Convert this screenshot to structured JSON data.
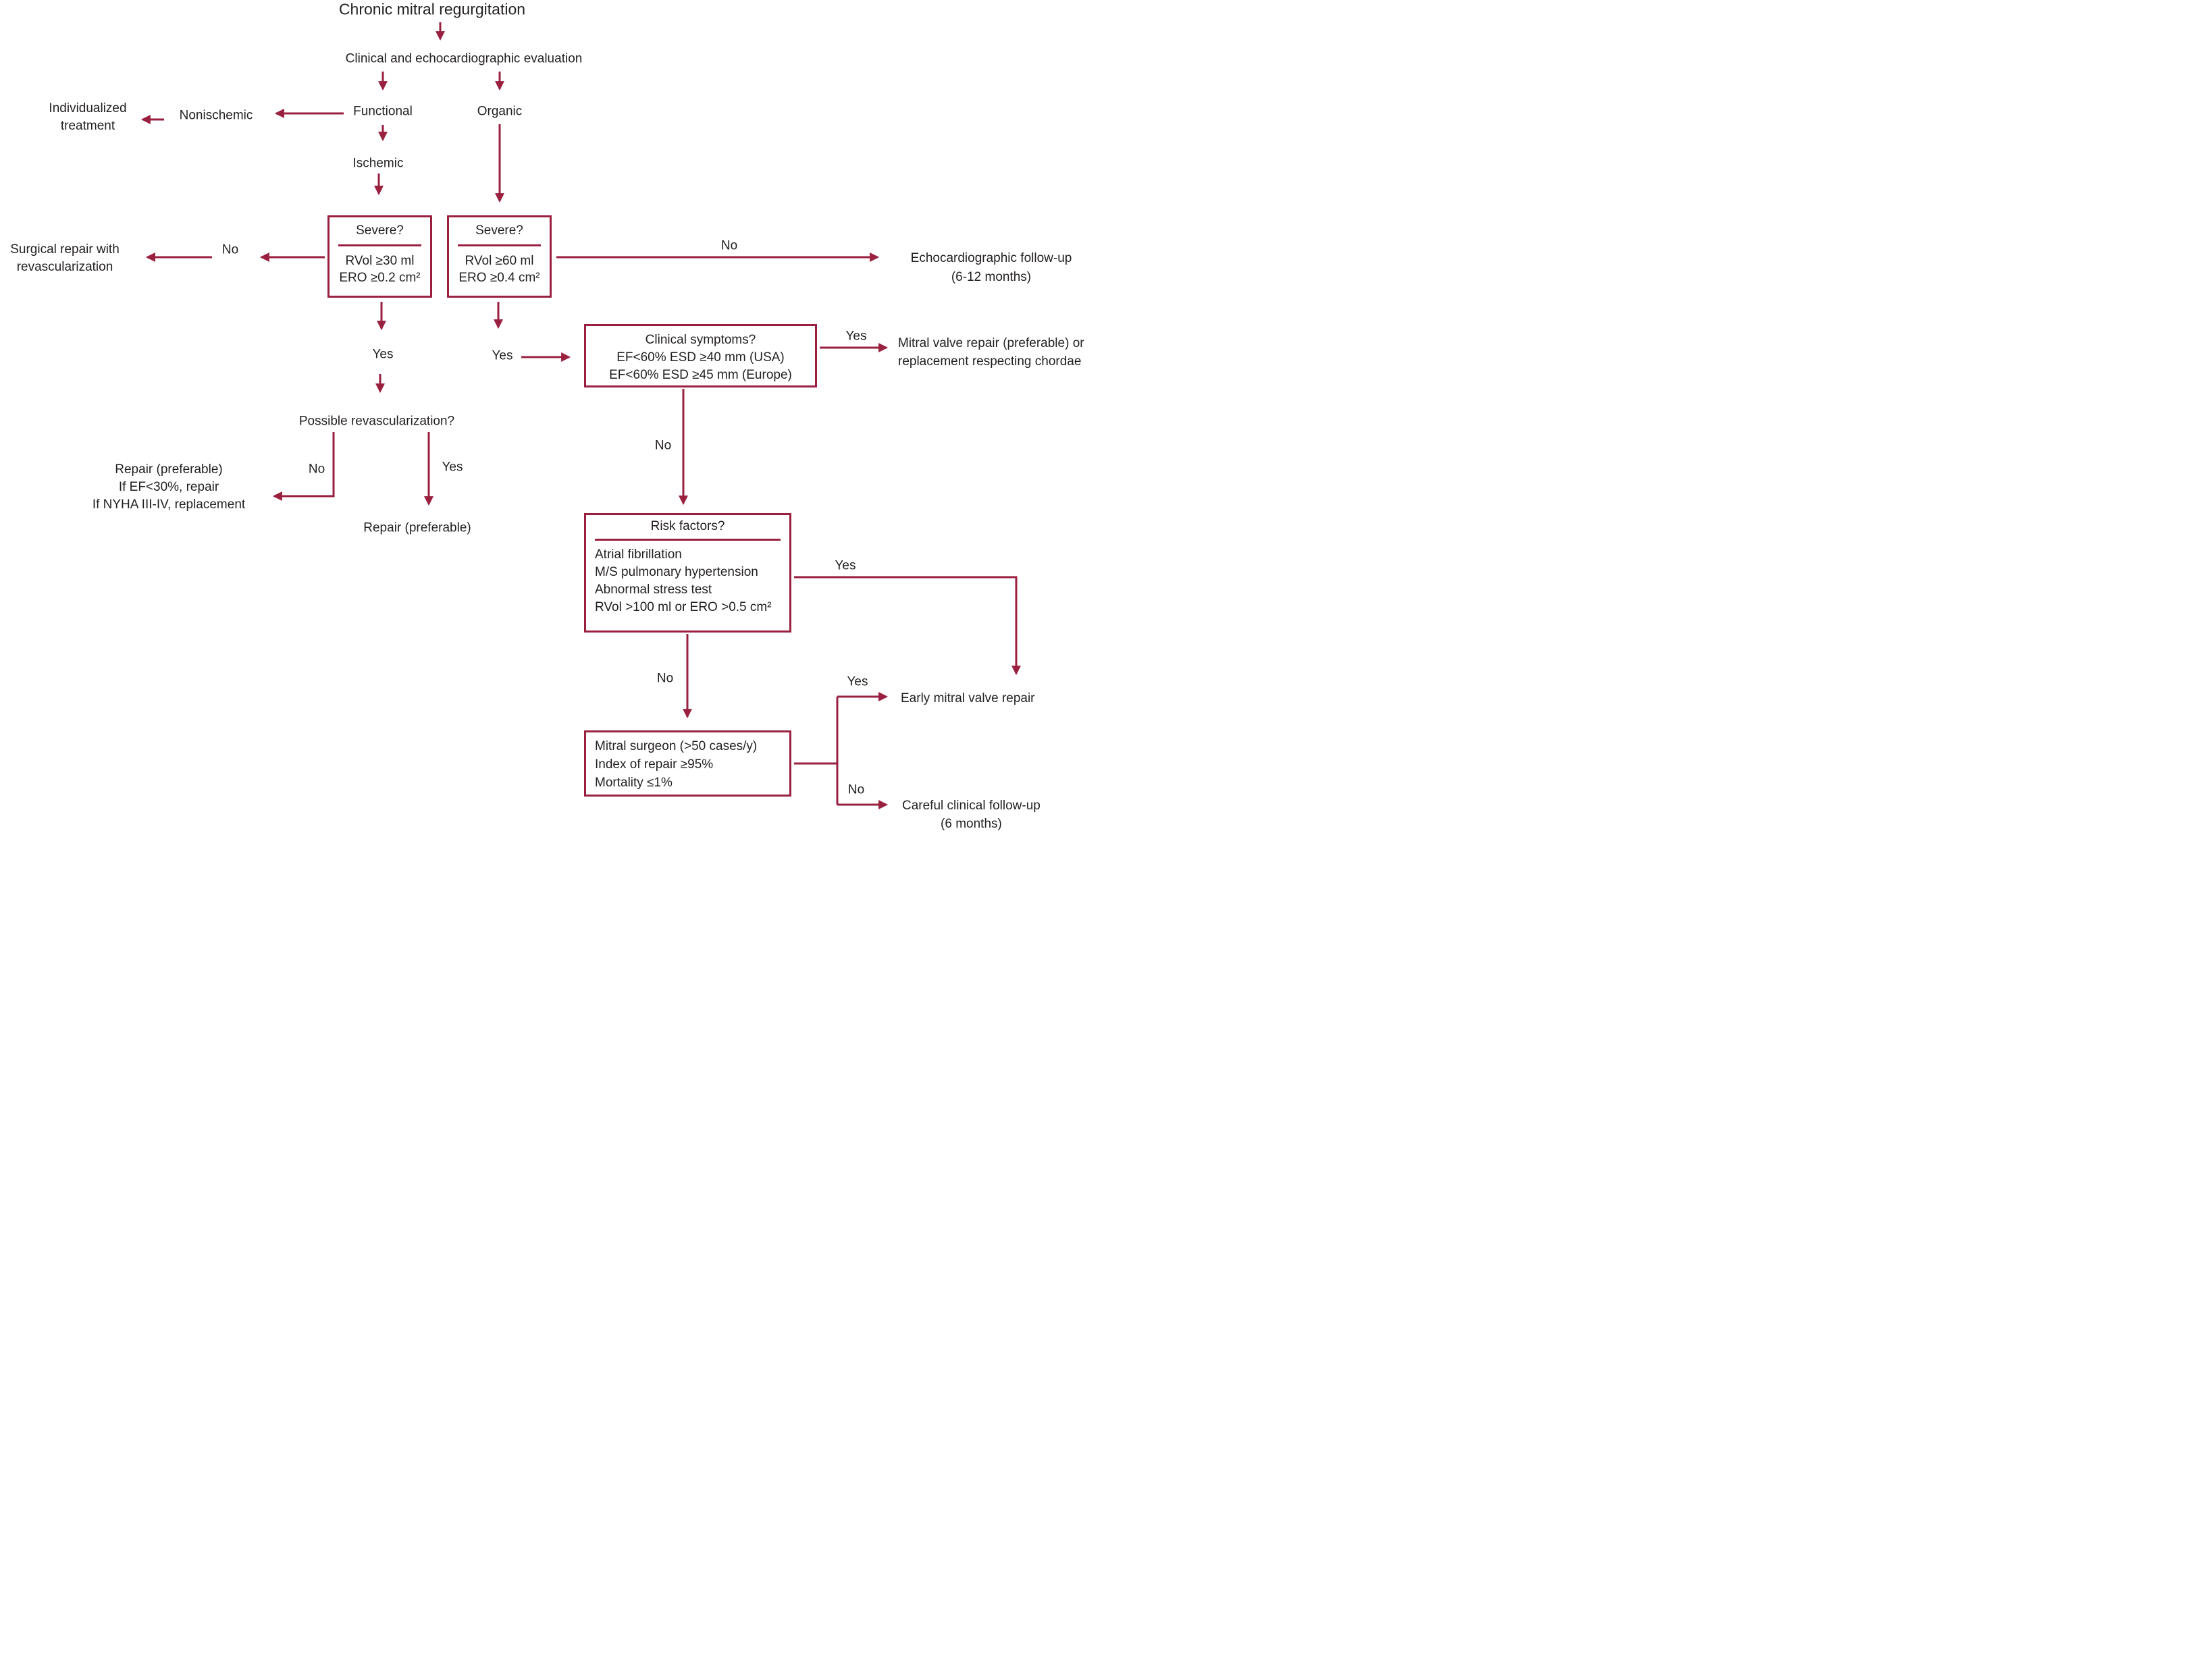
{
  "palette": {
    "accent": "#9a2040",
    "text": "#231f20",
    "background": "#ffffff"
  },
  "diagram": {
    "title": "Chronic mitral regurgitation",
    "evaluation": "Clinical and echocardiographic evaluation",
    "labels": {
      "yes": "Yes",
      "no": "No"
    },
    "functional": "Functional",
    "organic": "Organic",
    "nonischemic": "Nonischemic",
    "ischemic": "Ischemic",
    "individualized": {
      "line1": "Individualized",
      "line2": "treatment"
    },
    "severe_functional": {
      "title": "Severe?",
      "criteria": [
        "RVol ≥30 ml",
        "ERO ≥0.2 cm²"
      ]
    },
    "severe_organic": {
      "title": "Severe?",
      "criteria": [
        "RVol ≥60 ml",
        "ERO ≥0.4 cm²"
      ]
    },
    "surgical_repair": {
      "line1": "Surgical repair with",
      "line2": "revascularization"
    },
    "echo_followup": {
      "line1": "Echocardiographic follow-up",
      "line2": "(6-12 months)"
    },
    "possible_revasc": "Possible revascularization?",
    "revasc_no_outcome": {
      "line1": "Repair (preferable)",
      "line2": "If EF<30%, repair",
      "line3": "If NYHA III-IV, replacement"
    },
    "revasc_yes_outcome": "Repair (preferable)",
    "clinical_symptoms": {
      "title": "Clinical symptoms?",
      "criteria": [
        "EF<60% ESD ≥40 mm (USA)",
        "EF<60% ESD ≥45 mm (Europe)"
      ]
    },
    "mv_repair_outcome": {
      "line1": "Mitral valve repair (preferable) or",
      "line2": "replacement respecting chordae"
    },
    "risk_factors": {
      "title": "Risk factors?",
      "items": [
        "Atrial fibrillation",
        "M/S pulmonary hypertension",
        "Abnormal stress test",
        "RVol >100 ml or ERO >0.5 cm²"
      ]
    },
    "mitral_surgeon": {
      "items": [
        "Mitral surgeon (>50 cases/y)",
        "Index of repair ≥95%",
        "Mortality ≤1%"
      ]
    },
    "early_repair": "Early mitral valve repair",
    "careful_followup": {
      "line1": "Careful clinical follow-up",
      "line2": "(6 months)"
    }
  }
}
